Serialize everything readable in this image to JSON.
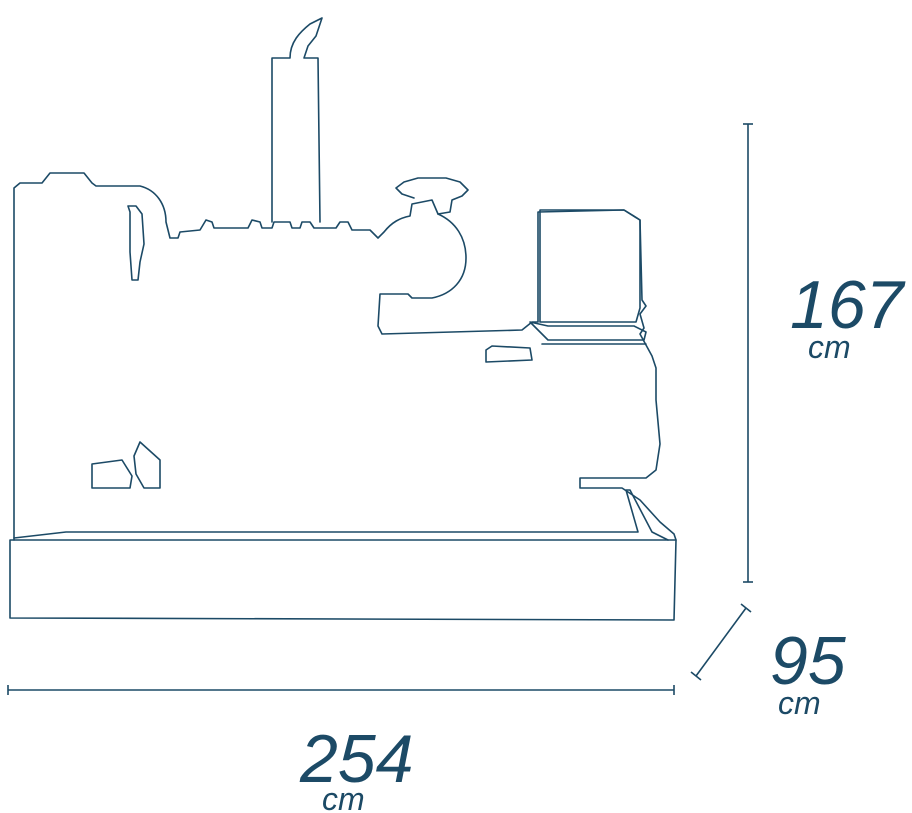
{
  "colors": {
    "line": "#1c4a66",
    "background": "#ffffff"
  },
  "dimensions": {
    "height": {
      "value": "167",
      "unit": "cm"
    },
    "depth": {
      "value": "95",
      "unit": "cm"
    },
    "width": {
      "value": "254",
      "unit": "cm"
    }
  }
}
